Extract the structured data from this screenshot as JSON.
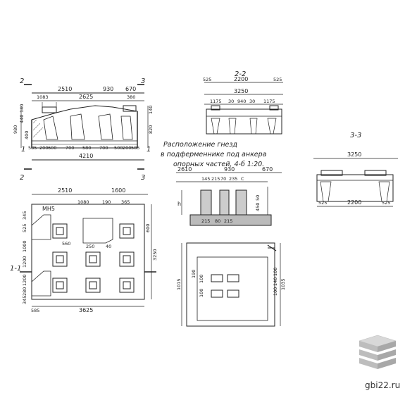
{
  "sections": {
    "s2_2": "2-2",
    "s3_3": "3-3",
    "s1_1": "1-1"
  },
  "cut_marks": {
    "two": "2",
    "three": "3",
    "one": "1"
  },
  "top_view": {
    "top_dims": [
      "2510",
      "930",
      "670"
    ],
    "second_dims": [
      "1083",
      "2625",
      "380"
    ],
    "left_dims": [
      "980",
      "440",
      "140",
      "400"
    ],
    "right_dims": [
      "820",
      "140"
    ],
    "bottom_dims": [
      "585",
      "200",
      "600",
      "700",
      "580",
      "700",
      "500",
      "200",
      "585"
    ],
    "total": "4210"
  },
  "section_2_2": {
    "top_dims": [
      "525",
      "2200",
      "525"
    ],
    "total": "3250",
    "inner_dims": [
      "1175",
      "30",
      "940",
      "30",
      "1175"
    ]
  },
  "section_3_3": {
    "total": "3250",
    "bottom_dims": [
      "525",
      "2200",
      "525"
    ]
  },
  "note": {
    "line1": "Расположение гнезд",
    "line2": "в подферменнике под анкера",
    "line3": "опорных частей, 4-б 1:20."
  },
  "detail": {
    "top_dims": [
      "2610",
      "930",
      "670"
    ],
    "col_dims": [
      "145",
      "215",
      "70",
      "235",
      "C"
    ],
    "bottom_dims": [
      "215",
      "80",
      "215"
    ],
    "h_label": "h",
    "side_dims": [
      "50",
      "450"
    ]
  },
  "plan": {
    "top_dims": [
      "2510",
      "1600"
    ],
    "inner_dims": [
      "1080",
      "190",
      "365"
    ],
    "mark": "МН5",
    "left_dims": [
      "525",
      "345",
      "1000",
      "1200",
      "1200",
      "280",
      "345"
    ],
    "right_dims": [
      "3250",
      "600"
    ],
    "bottom_dims": [
      "585",
      "3625"
    ],
    "inner_small": [
      "560",
      "250",
      "40"
    ]
  },
  "anchor_plan": {
    "left_dim": "1015",
    "right_dims": [
      "1035",
      "100",
      "140",
      "100"
    ],
    "inner_dims": [
      "190",
      "100",
      "100"
    ]
  },
  "watermark": "gbi22.ru"
}
